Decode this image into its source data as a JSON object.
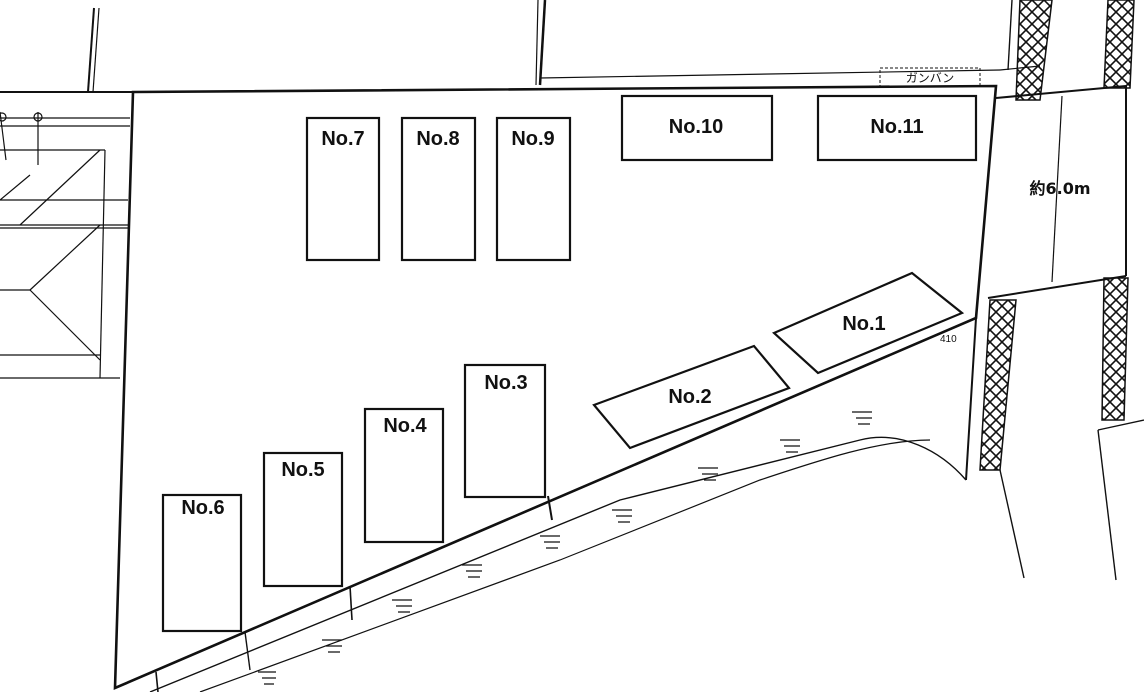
{
  "lots": [
    {
      "id": "no1",
      "label": "No.1"
    },
    {
      "id": "no2",
      "label": "No.2"
    },
    {
      "id": "no3",
      "label": "No.3"
    },
    {
      "id": "no4",
      "label": "No.4"
    },
    {
      "id": "no5",
      "label": "No.5"
    },
    {
      "id": "no6",
      "label": "No.6"
    },
    {
      "id": "no7",
      "label": "No.7"
    },
    {
      "id": "no8",
      "label": "No.8"
    },
    {
      "id": "no9",
      "label": "No.9"
    },
    {
      "id": "no10",
      "label": "No.10"
    },
    {
      "id": "no11",
      "label": "No.11"
    }
  ],
  "road": {
    "width_label": "約6.0m"
  },
  "annotations": {
    "fence_label": "ガンバン",
    "elevation_mark": "410"
  },
  "colors": {
    "line": "#111111",
    "background": "#ffffff"
  }
}
